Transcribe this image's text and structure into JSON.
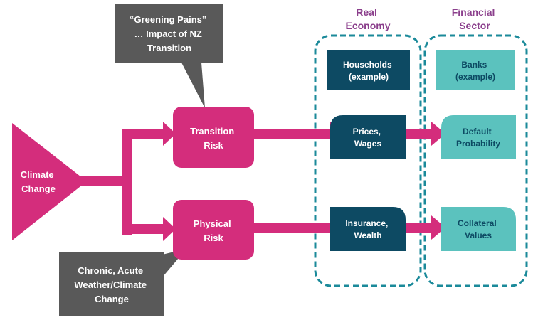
{
  "colors": {
    "magenta": "#D42D7C",
    "dark_grey": "#595959",
    "dark_teal": "#0D4A63",
    "light_teal": "#5BC2BE",
    "dashed_border": "#1B8A9A",
    "header_purple": "#8B3F8C"
  },
  "headers": {
    "real_economy": [
      "Real",
      "Economy"
    ],
    "financial_sector": [
      "Financial",
      "Sector"
    ]
  },
  "callouts": {
    "greening_pains": [
      "“Greening Pains”",
      "… Impact of NZ",
      "Transition"
    ],
    "chronic_acute": [
      "Chronic, Acute",
      "Weather/Climate",
      "Change"
    ]
  },
  "nodes": {
    "climate_change": [
      "Climate",
      "Change"
    ],
    "transition_risk": [
      "Transition",
      "Risk"
    ],
    "physical_risk": [
      "Physical",
      "Risk"
    ]
  },
  "real_economy_items": {
    "households": [
      "Households",
      "(example)"
    ],
    "prices_wages": [
      "Prices,",
      "Wages"
    ],
    "insurance_wealth": [
      "Insurance,",
      "Wealth"
    ]
  },
  "financial_items": {
    "banks": [
      "Banks",
      "(example)"
    ],
    "default_probability": [
      "Default",
      "Probability"
    ],
    "collateral_values": [
      "Collateral",
      "Values"
    ]
  }
}
